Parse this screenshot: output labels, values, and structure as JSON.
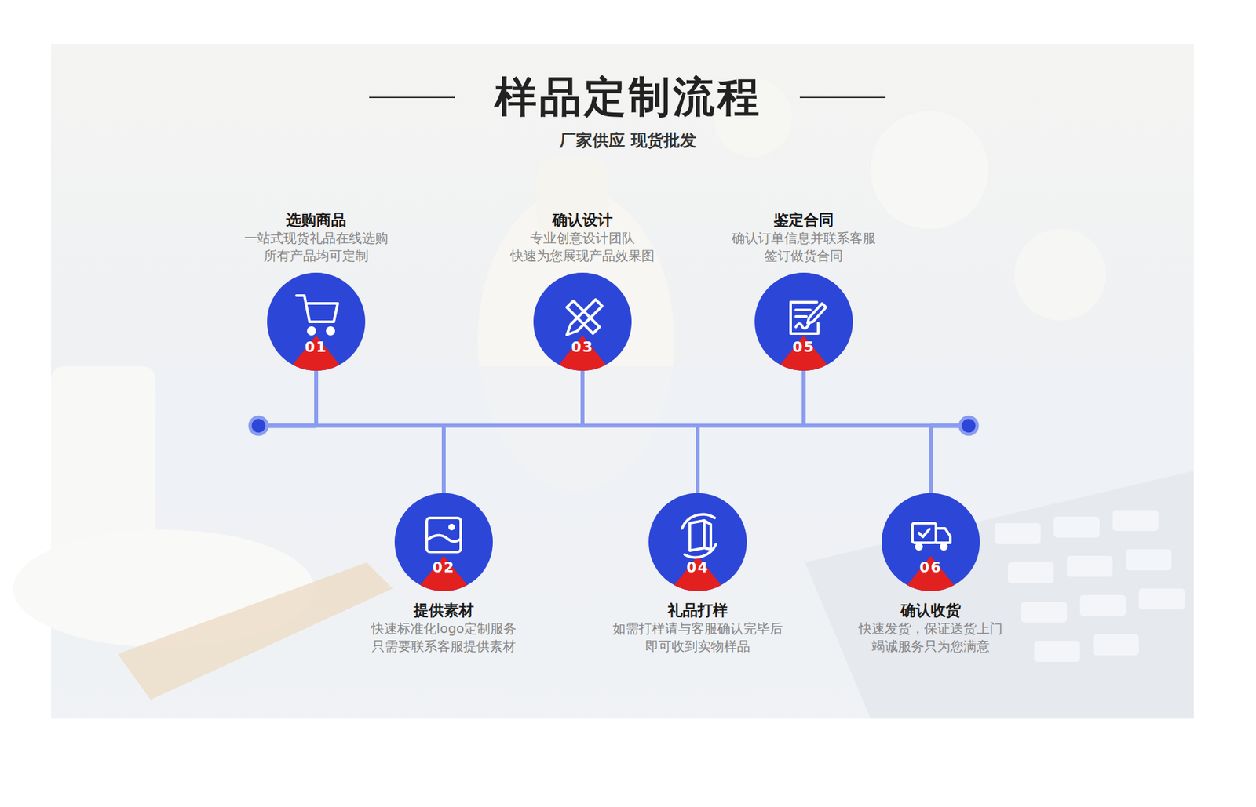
{
  "diagram": {
    "title": "样品定制流程",
    "nodes": [
      {
        "text": [
          "01",
          "选购商品",
          "一站式现货礼品在线选购 所有产品均可定制"
        ]
      },
      {
        "text": [
          "02",
          "提供素材",
          "快速标准化logo定制服务 只需要联系客服提供素材"
        ]
      },
      {
        "text": [
          "03",
          "确认设计",
          "专业创意设计团队 快速为您展现产品效果图"
        ]
      },
      {
        "text": [
          "04",
          "礼品打样",
          "如需打样请与客服确认完毕后 即可收到实物样品"
        ]
      },
      {
        "text": [
          "05",
          "鉴定合同",
          "确认订单信息并联系客服 签订做货合同"
        ]
      },
      {
        "text": [
          "06",
          "确认收货",
          "快速发货，保证送货上门 竭诚服务只为您满意"
        ]
      }
    ],
    "edges": [
      {
        "from": 0,
        "to": 1,
        "arrow": "none"
      },
      {
        "from": 1,
        "to": 2,
        "arrow": "none"
      },
      {
        "from": 2,
        "to": 3,
        "arrow": "none"
      },
      {
        "from": 3,
        "to": 4,
        "arrow": "none"
      },
      {
        "from": 4,
        "to": 5,
        "arrow": "none"
      }
    ],
    "labels": [
      "厂家供应 现货批发"
    ]
  }
}
